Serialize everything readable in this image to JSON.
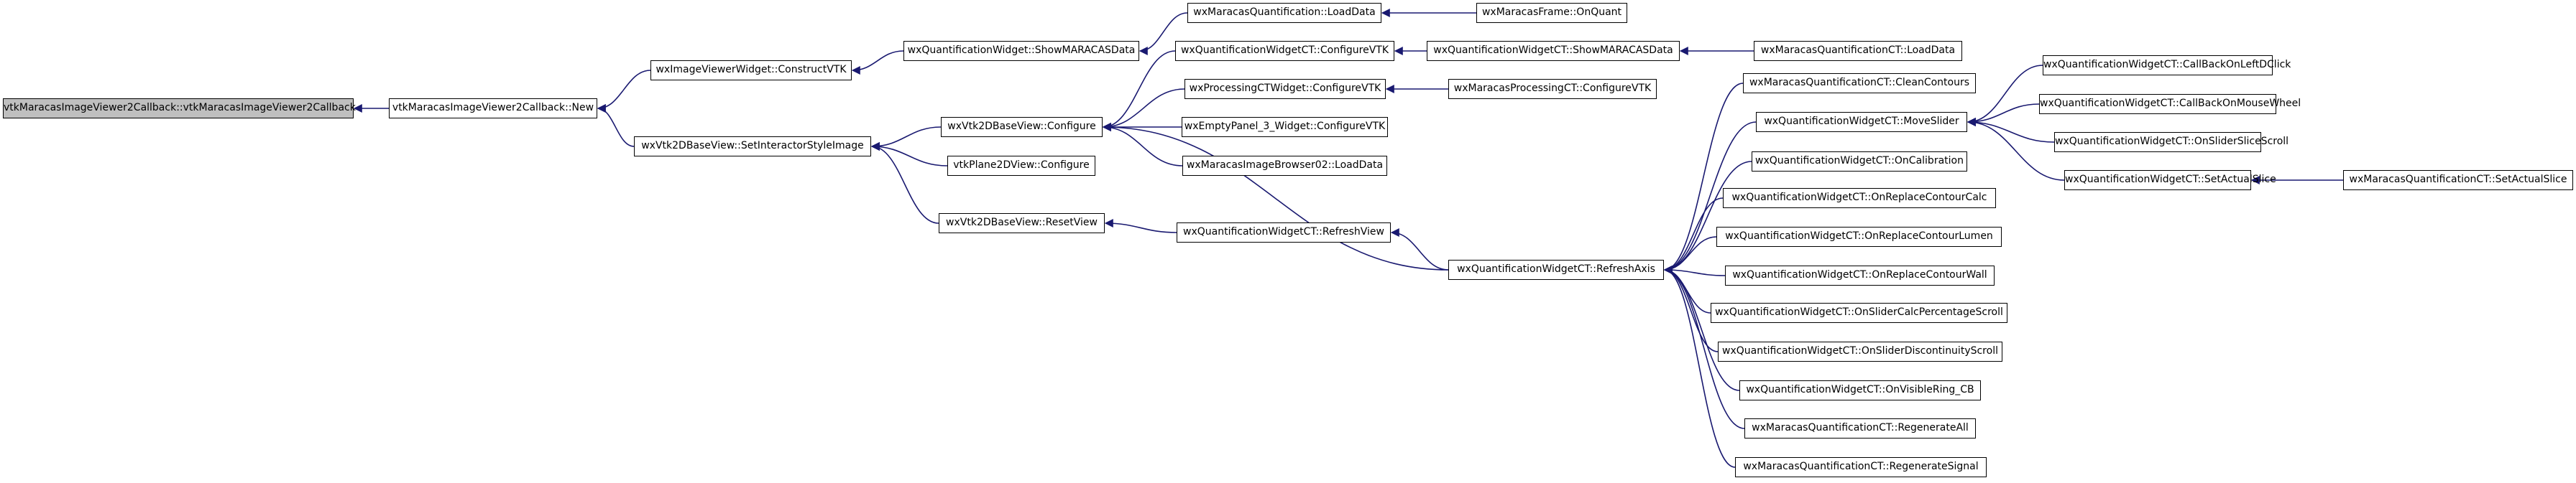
{
  "diagram": {
    "type": "call-graph",
    "colors": {
      "edge": "#191970",
      "node_border": "#000000",
      "node_fill": "#ffffff",
      "root_fill": "#bfbfbf",
      "text": "#000000"
    },
    "nodes": [
      {
        "id": "n0",
        "label": "vtkMaracasImageViewer2Callback::vtkMaracasImageViewer2Callback",
        "root": true
      },
      {
        "id": "n1",
        "label": "vtkMaracasImageViewer2Callback::New"
      },
      {
        "id": "n2",
        "label": "wxImageViewerWidget::ConstructVTK"
      },
      {
        "id": "n3",
        "label": "wxVtk2DBaseView::SetInteractorStyleImage"
      },
      {
        "id": "n4",
        "label": "wxQuantificationWidget::ShowMARACASData"
      },
      {
        "id": "n5",
        "label": "wxMaracasQuantification::LoadData"
      },
      {
        "id": "n6",
        "label": "wxMaracasFrame::OnQuant"
      },
      {
        "id": "n7",
        "label": "wxVtk2DBaseView::Configure"
      },
      {
        "id": "n8",
        "label": "vtkPlane2DView::Configure"
      },
      {
        "id": "n9",
        "label": "wxVtk2DBaseView::ResetView"
      },
      {
        "id": "n10",
        "label": "wxQuantificationWidgetCT::ConfigureVTK"
      },
      {
        "id": "n11",
        "label": "wxProcessingCTWidget::ConfigureVTK"
      },
      {
        "id": "n12",
        "label": "wxEmptyPanel_3_Widget::ConfigureVTK"
      },
      {
        "id": "n13",
        "label": "wxMaracasImageBrowser02::LoadData"
      },
      {
        "id": "n14",
        "label": "wxQuantificationWidgetCT::ShowMARACASData"
      },
      {
        "id": "n15",
        "label": "wxMaracasQuantificationCT::LoadData"
      },
      {
        "id": "n16",
        "label": "wxMaracasProcessingCT::ConfigureVTK"
      },
      {
        "id": "n17",
        "label": "wxQuantificationWidgetCT::RefreshView"
      },
      {
        "id": "n18",
        "label": "wxQuantificationWidgetCT::RefreshAxis"
      },
      {
        "id": "n19",
        "label": "wxMaracasQuantificationCT::CleanContours"
      },
      {
        "id": "n20",
        "label": "wxQuantificationWidgetCT::MoveSlider"
      },
      {
        "id": "n21",
        "label": "wxQuantificationWidgetCT::OnCalibration"
      },
      {
        "id": "n22",
        "label": "wxQuantificationWidgetCT::OnReplaceContourCalc"
      },
      {
        "id": "n23",
        "label": "wxQuantificationWidgetCT::OnReplaceContourLumen"
      },
      {
        "id": "n24",
        "label": "wxQuantificationWidgetCT::OnReplaceContourWall"
      },
      {
        "id": "n25",
        "label": "wxQuantificationWidgetCT::OnSliderCalcPercentageScroll"
      },
      {
        "id": "n26",
        "label": "wxQuantificationWidgetCT::OnSliderDiscontinuityScroll"
      },
      {
        "id": "n27",
        "label": "wxQuantificationWidgetCT::OnVisibleRing_CB"
      },
      {
        "id": "n28",
        "label": "wxMaracasQuantificationCT::RegenerateAll"
      },
      {
        "id": "n29",
        "label": "wxMaracasQuantificationCT::RegenerateSignal"
      },
      {
        "id": "n30",
        "label": "wxQuantificationWidgetCT::CallBackOnLeftDClick"
      },
      {
        "id": "n31",
        "label": "wxQuantificationWidgetCT::CallBackOnMouseWheel"
      },
      {
        "id": "n32",
        "label": "wxQuantificationWidgetCT::OnSliderSliceScroll"
      },
      {
        "id": "n33",
        "label": "wxQuantificationWidgetCT::SetActualSlice"
      },
      {
        "id": "n34",
        "label": "wxMaracasQuantificationCT::SetActualSlice"
      }
    ],
    "edges": [
      {
        "from": "n1",
        "to": "n0"
      },
      {
        "from": "n2",
        "to": "n1"
      },
      {
        "from": "n3",
        "to": "n1"
      },
      {
        "from": "n4",
        "to": "n2"
      },
      {
        "from": "n5",
        "to": "n4"
      },
      {
        "from": "n6",
        "to": "n5"
      },
      {
        "from": "n7",
        "to": "n3"
      },
      {
        "from": "n8",
        "to": "n3"
      },
      {
        "from": "n9",
        "to": "n3"
      },
      {
        "from": "n10",
        "to": "n7"
      },
      {
        "from": "n11",
        "to": "n7"
      },
      {
        "from": "n12",
        "to": "n7"
      },
      {
        "from": "n13",
        "to": "n7"
      },
      {
        "from": "n14",
        "to": "n10"
      },
      {
        "from": "n15",
        "to": "n14"
      },
      {
        "from": "n16",
        "to": "n11"
      },
      {
        "from": "n17",
        "to": "n9"
      },
      {
        "from": "n18",
        "to": "n17"
      },
      {
        "from": "n18",
        "to": "n7"
      },
      {
        "from": "n19",
        "to": "n18"
      },
      {
        "from": "n20",
        "to": "n18"
      },
      {
        "from": "n21",
        "to": "n18"
      },
      {
        "from": "n22",
        "to": "n18"
      },
      {
        "from": "n23",
        "to": "n18"
      },
      {
        "from": "n24",
        "to": "n18"
      },
      {
        "from": "n25",
        "to": "n18"
      },
      {
        "from": "n26",
        "to": "n18"
      },
      {
        "from": "n27",
        "to": "n18"
      },
      {
        "from": "n28",
        "to": "n18"
      },
      {
        "from": "n29",
        "to": "n18"
      },
      {
        "from": "n30",
        "to": "n20"
      },
      {
        "from": "n31",
        "to": "n20"
      },
      {
        "from": "n32",
        "to": "n20"
      },
      {
        "from": "n33",
        "to": "n20"
      },
      {
        "from": "n34",
        "to": "n33"
      }
    ]
  }
}
